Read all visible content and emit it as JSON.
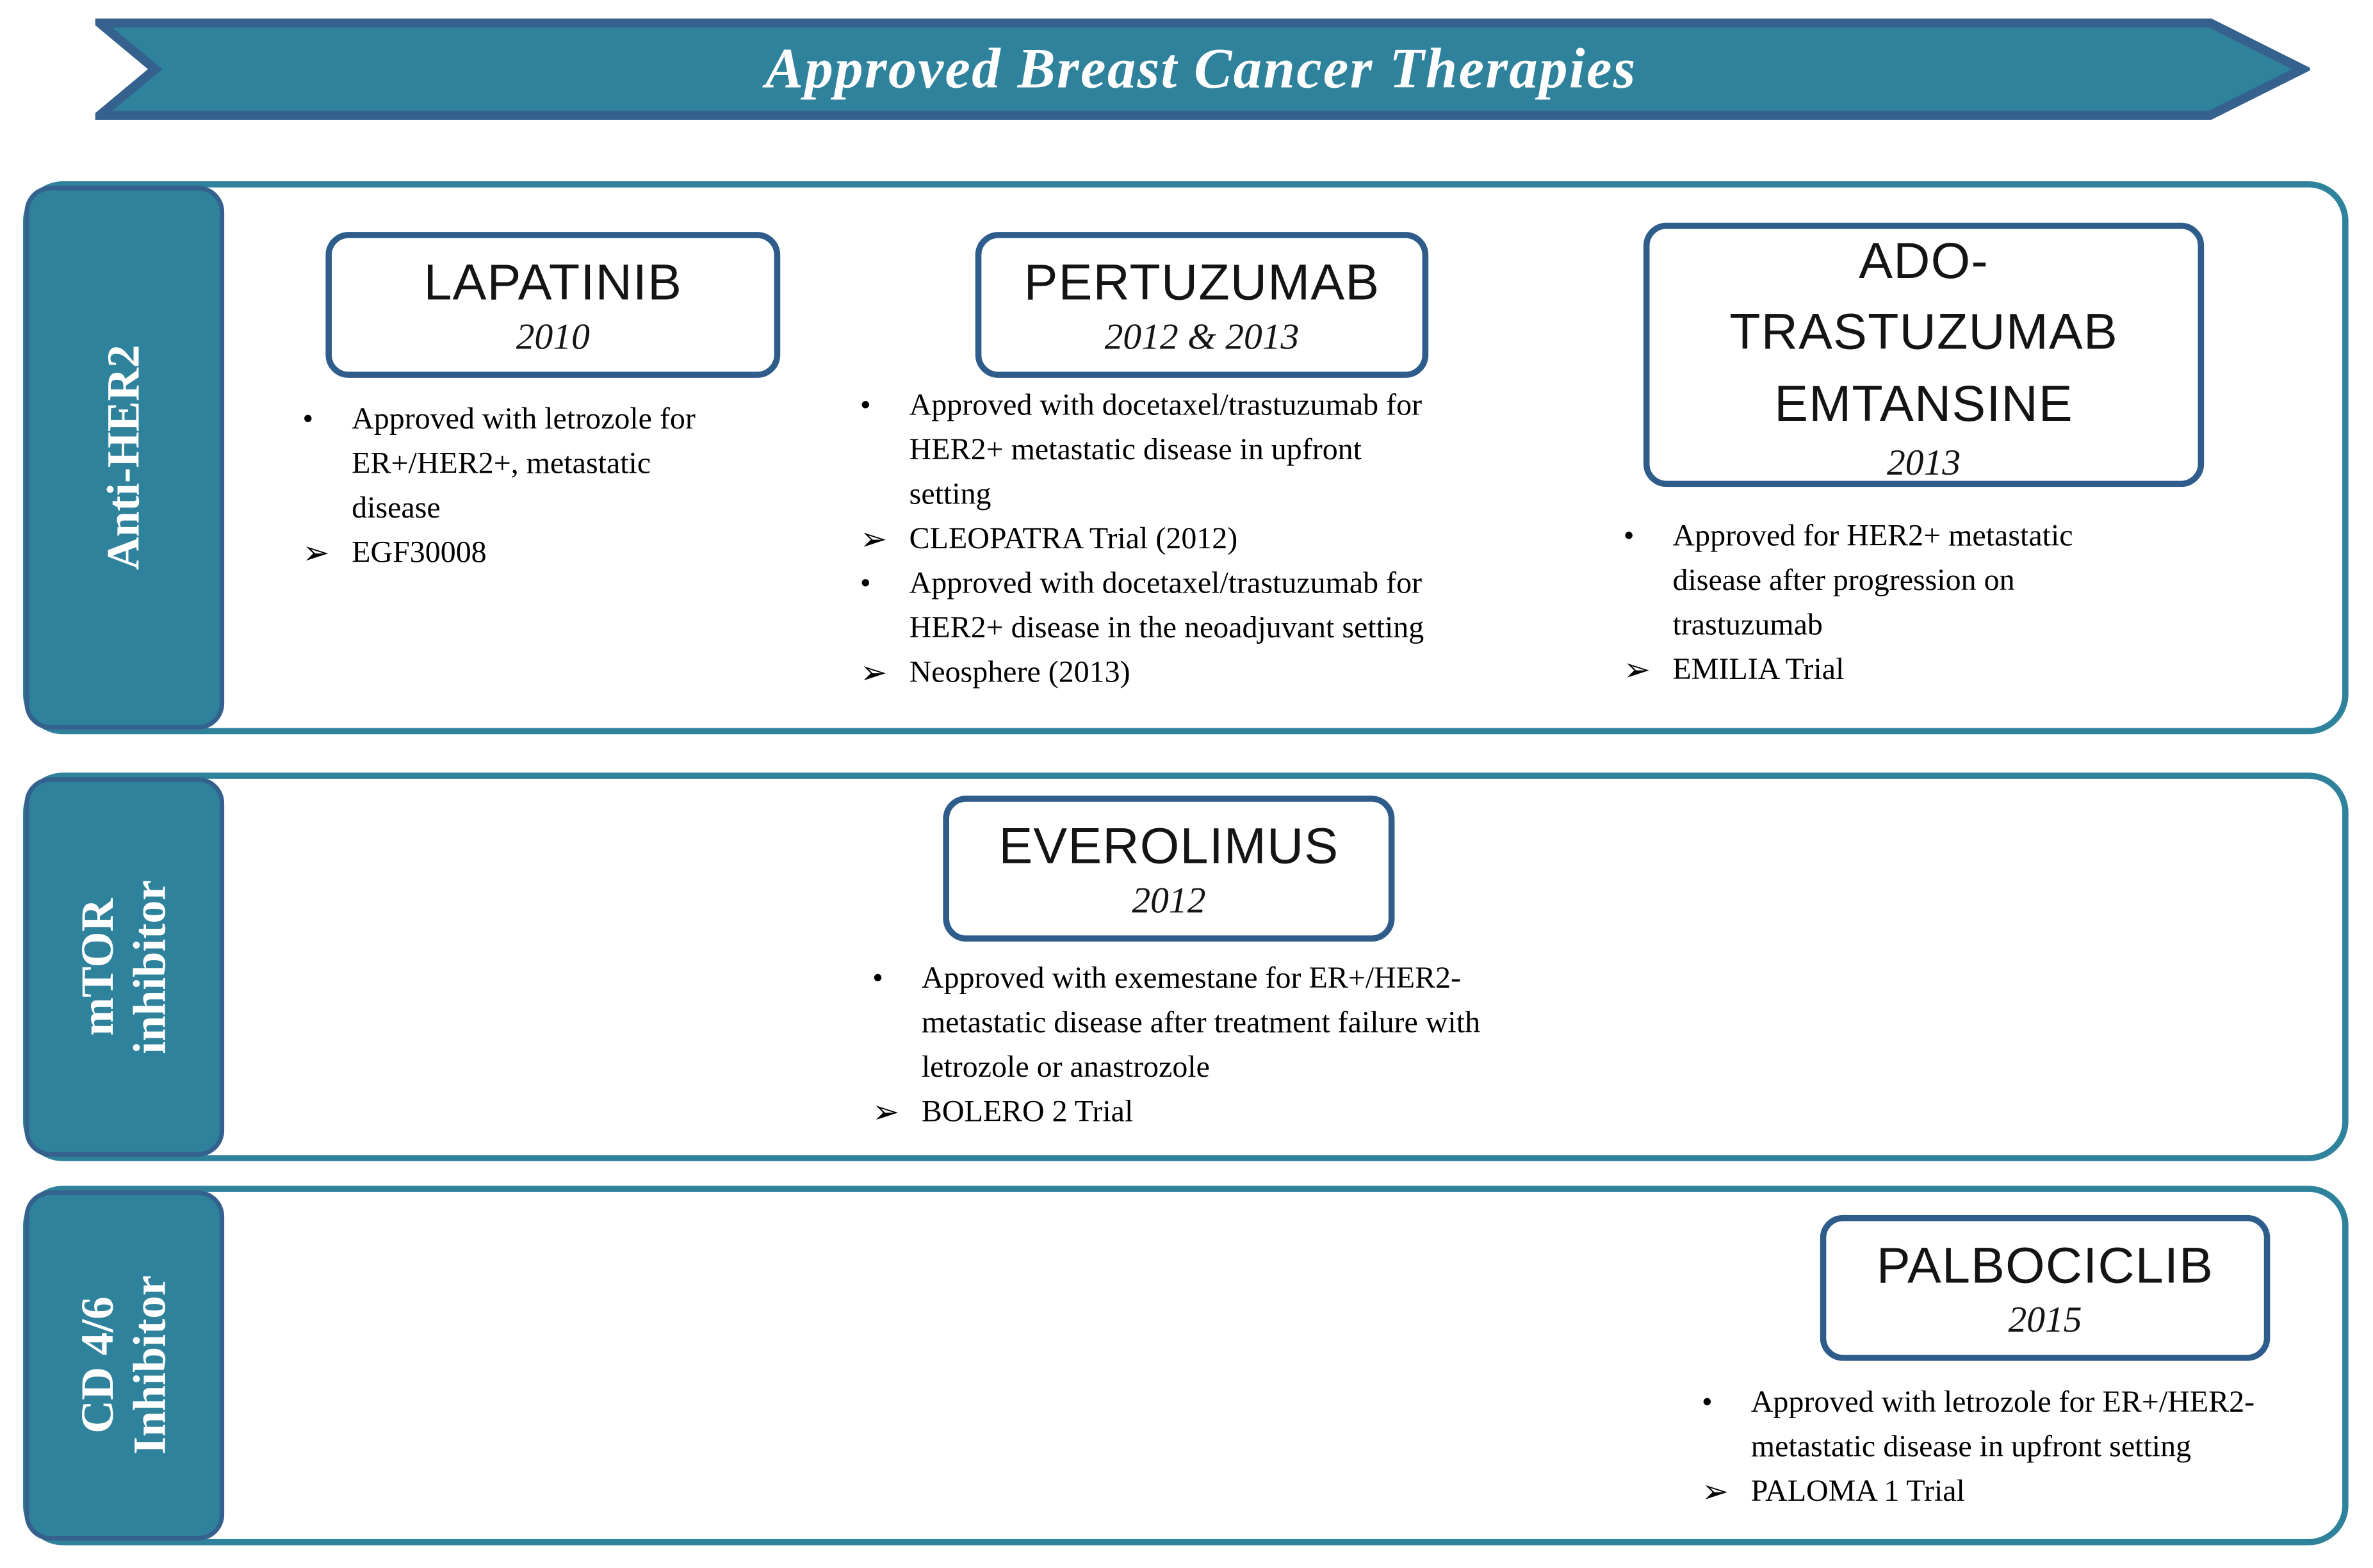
{
  "banner": {
    "title": "Approved Breast Cancer Therapies"
  },
  "markers": {
    "bullet": "•",
    "arrow": "➢"
  },
  "colors": {
    "teal_fill": "#2f829b",
    "dark_blue_border": "#35618e",
    "drug_box_border": "#2e5d8c",
    "text": "#000000",
    "label_text": "#ffffff"
  },
  "rows": [
    {
      "label": "Anti-HER2",
      "drugs": [
        {
          "name": "LAPATINIB",
          "year": "2010",
          "points": [
            {
              "marker": "bullet",
              "text": "Approved with letrozole for ER+/HER2+, metastatic disease"
            },
            {
              "marker": "arrow",
              "text": "EGF30008"
            }
          ]
        },
        {
          "name": "PERTUZUMAB",
          "year": "2012 & 2013",
          "points": [
            {
              "marker": "bullet",
              "text": "Approved with docetaxel/trastuzumab for HER2+ metastatic disease in upfront setting"
            },
            {
              "marker": "arrow",
              "text": "CLEOPATRA Trial (2012)"
            },
            {
              "marker": "bullet",
              "text": "Approved with docetaxel/trastuzumab for HER2+ disease in the neoadjuvant setting"
            },
            {
              "marker": "arrow",
              "text": "Neosphere (2013)"
            }
          ]
        },
        {
          "name": "ADO-TRASTUZUMAB EMTANSINE",
          "year": "2013",
          "points": [
            {
              "marker": "bullet",
              "text": "Approved for HER2+ metastatic disease after progression on trastuzumab"
            },
            {
              "marker": "arrow",
              "text": "EMILIA Trial"
            }
          ]
        }
      ]
    },
    {
      "label": "mTOR inhibitor",
      "drugs": [
        {
          "name": "EVEROLIMUS",
          "year": "2012",
          "points": [
            {
              "marker": "bullet",
              "text": "Approved with exemestane for ER+/HER2- metastatic disease after treatment failure with letrozole or anastrozole"
            },
            {
              "marker": "arrow",
              "text": "BOLERO 2 Trial"
            }
          ]
        }
      ]
    },
    {
      "label": "CD 4/6 Inhibitor",
      "drugs": [
        {
          "name": "PALBOCICLIB",
          "year": "2015",
          "points": [
            {
              "marker": "bullet",
              "text": "Approved with letrozole for ER+/HER2- metastatic disease in upfront setting"
            },
            {
              "marker": "arrow",
              "text": "PALOMA 1 Trial"
            }
          ]
        }
      ]
    }
  ]
}
